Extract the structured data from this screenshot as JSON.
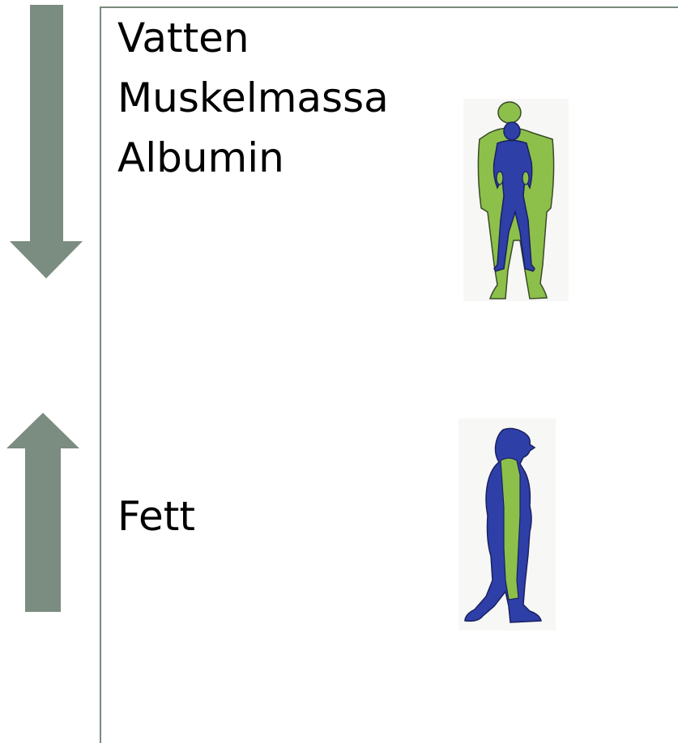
{
  "arrows": {
    "decrease_color": "#7b8c80",
    "increase_color": "#7b8c80"
  },
  "labels": {
    "decreasing": [
      "Vatten",
      "Muskelmassa",
      "Albumin"
    ],
    "increasing": [
      "Fett"
    ]
  },
  "figures": {
    "outer_color": "#8dc04a",
    "inner_color": "#2f3fa8",
    "front_icon": "front-body-figure",
    "side_icon": "side-body-figure"
  }
}
